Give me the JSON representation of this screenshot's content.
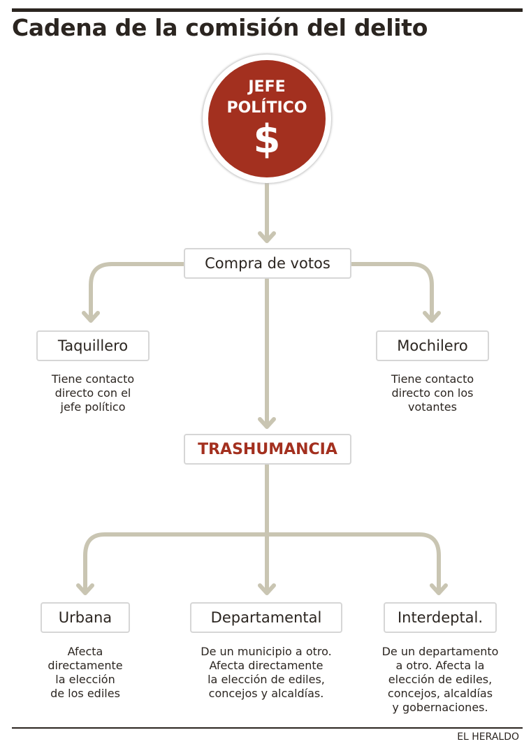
{
  "title": "Cadena de la comisión del delito",
  "top_node": {
    "line1": "JEFE",
    "line2": "POLÍTICO",
    "symbol": "$"
  },
  "nodes": {
    "compra": "Compra de votos",
    "taquillero": {
      "label": "Taquillero",
      "desc": [
        "Tiene contacto",
        "directo con el",
        "jefe político"
      ]
    },
    "mochilero": {
      "label": "Mochilero",
      "desc": [
        "Tiene contacto",
        "directo con los",
        "votantes"
      ]
    },
    "trashumancia": "TRASHUMANCIA",
    "urbana": {
      "label": "Urbana",
      "desc": [
        "Afecta",
        "directamente",
        "la elección",
        "de los ediles"
      ]
    },
    "departamental": {
      "label": "Departamental",
      "desc": [
        "De un municipio a otro.",
        "Afecta directamente",
        "la elección de ediles,",
        "concejos y alcaldías."
      ]
    },
    "interdeptal": {
      "label": "Interdeptal.",
      "desc": [
        "De un departamento",
        "a otro. Afecta la",
        "elección de ediles,",
        "concejos, alcaldías",
        "y gobernaciones."
      ]
    }
  },
  "source": "EL HERALDO",
  "colors": {
    "accent": "#a3301f",
    "connector": "#c9c5b2",
    "text": "#2b2520"
  }
}
